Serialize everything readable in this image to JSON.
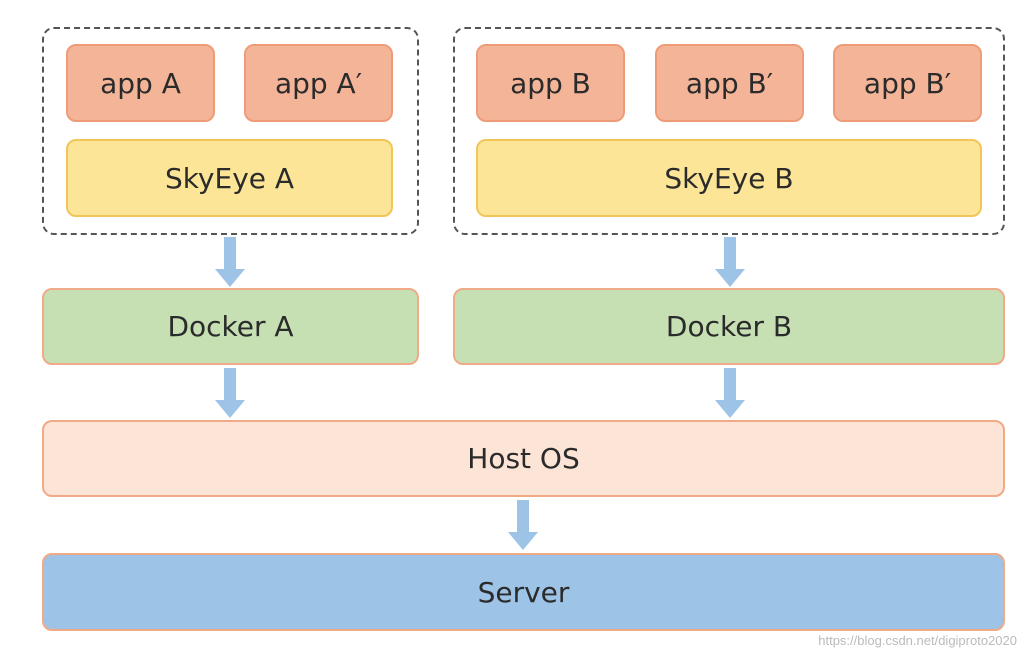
{
  "group_a": {
    "apps": [
      "app A",
      "app A′"
    ],
    "skyeye": "SkyEye A",
    "docker": "Docker A"
  },
  "group_b": {
    "apps": [
      "app B",
      "app B′",
      "app B′"
    ],
    "skyeye": "SkyEye B",
    "docker": "Docker B"
  },
  "host_os": "Host OS",
  "server": "Server",
  "watermark": "https://blog.csdn.net/digiproto2020",
  "colors": {
    "app": "#f4b498",
    "skyeye": "#fde598",
    "docker": "#c6e0b4",
    "host_os": "#fce4d6",
    "server": "#9dc3e6",
    "arrow": "#9dc3e6"
  }
}
